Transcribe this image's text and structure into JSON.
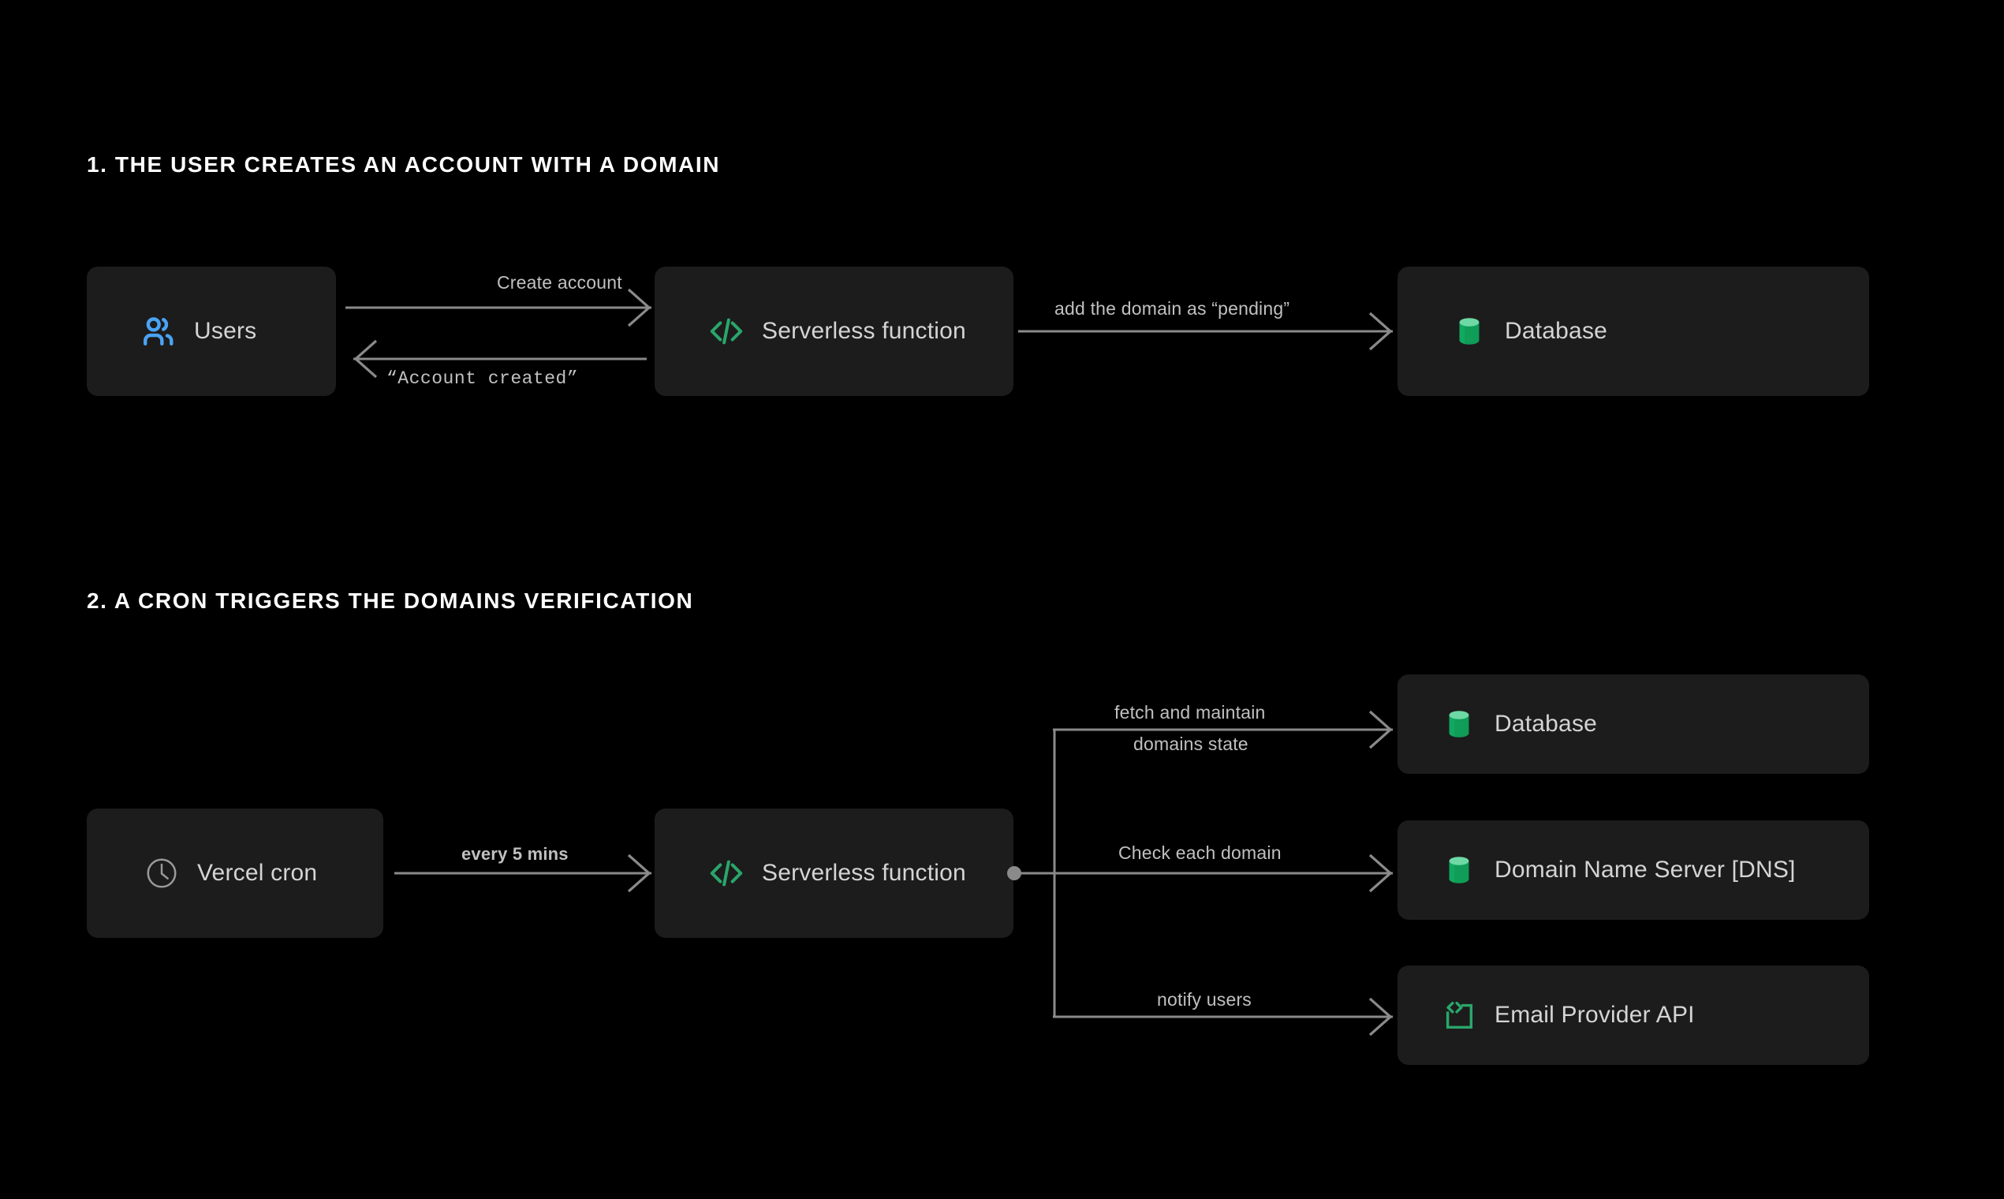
{
  "colors": {
    "background": "#000000",
    "node_background": "#1c1c1c",
    "heading_text": "#ffffff",
    "node_text": "#d4d4d4",
    "edge_text": "#c0c0c0",
    "connector": "#8a8a8a",
    "icon_users_blue": "#4aa3f5",
    "icon_code_green": "#2aa66b",
    "icon_db_green": "#0f9d58",
    "icon_db_green_top": "#6ed9a5",
    "icon_clock_grey": "#9a9a9a"
  },
  "sections": [
    {
      "heading": "1. THE USER CREATES AN ACCOUNT WITH A DOMAIN",
      "nodes": [
        {
          "label": "Users",
          "icon": "users-icon"
        },
        {
          "label": "Serverless function",
          "icon": "code-icon"
        },
        {
          "label": "Database",
          "icon": "database-icon"
        }
      ],
      "edges": [
        {
          "label": "Create account",
          "style": "sans",
          "direction": "right"
        },
        {
          "label": "“Account created”",
          "style": "mono",
          "direction": "left"
        },
        {
          "label": "add the domain as “pending”",
          "style": "sans",
          "direction": "right"
        }
      ]
    },
    {
      "heading": "2. A CRON TRIGGERS THE DOMAINS VERIFICATION",
      "nodes": [
        {
          "label": "Vercel cron",
          "icon": "clock-icon"
        },
        {
          "label": "Serverless function",
          "icon": "code-icon"
        },
        {
          "label": "Database",
          "icon": "database-icon"
        },
        {
          "label": "Domain Name Server  [DNS]",
          "icon": "database-icon"
        },
        {
          "label": "Email Provider API",
          "icon": "api-icon"
        }
      ],
      "edges": [
        {
          "label": "every 5 mins",
          "style": "bold",
          "direction": "right"
        },
        {
          "label": "fetch and maintain",
          "label_line2": "domains state",
          "style": "sans",
          "direction": "right"
        },
        {
          "label": "Check each domain",
          "style": "sans",
          "direction": "right"
        },
        {
          "label": "notify users",
          "style": "sans",
          "direction": "right"
        }
      ]
    }
  ]
}
